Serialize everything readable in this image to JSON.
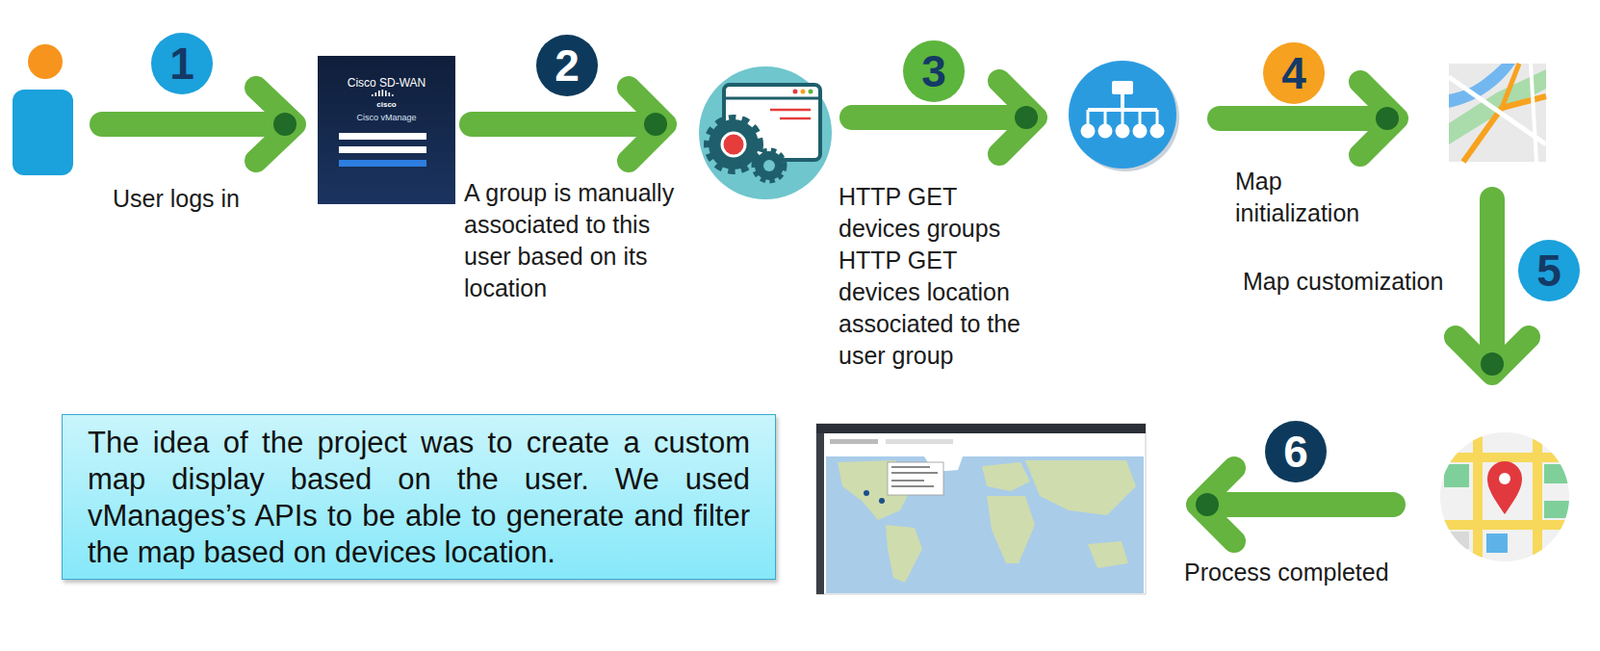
{
  "diagram": {
    "nodes": [
      {
        "text": [
          "Cisco SD-WAN",
          "cisco",
          "Cisco vManage"
        ]
      },
      {
        "text": [
          "The idea of the project was to create a custom map display based on the user. We used vManages’s APIs to be able to generate and filter the map based on devices location."
        ]
      }
    ],
    "labels": [
      "1",
      "User logs in",
      "2",
      "A group is manually associated to this user based on its location",
      "3",
      "HTTP GET devices groups HTTP GET devices location associated to the user group",
      "4",
      "Map initialization",
      "5",
      "Map customization",
      "6",
      "Process completed"
    ]
  }
}
